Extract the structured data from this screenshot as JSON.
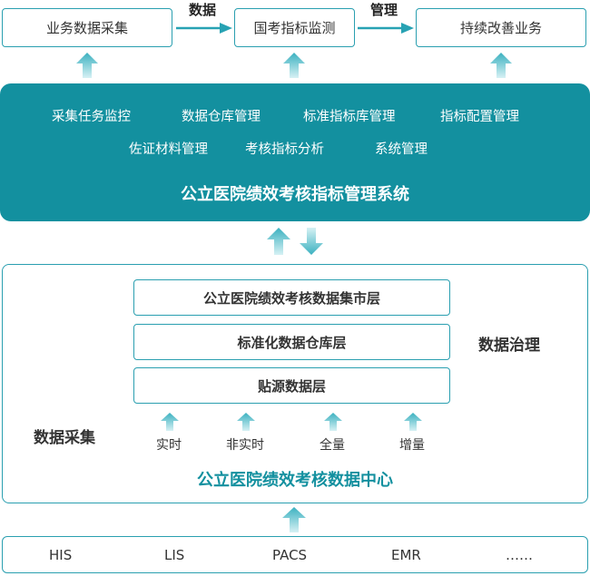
{
  "top_flow": {
    "boxes": [
      "业务数据采集",
      "国考指标监测",
      "持续改善业务"
    ],
    "arrow_labels": [
      "数据",
      "管理"
    ]
  },
  "management_system": {
    "modules_row1": [
      "采集任务监控",
      "数据仓库管理",
      "标准指标库管理",
      "指标配置管理"
    ],
    "modules_row2": [
      "佐证材料管理",
      "考核指标分析",
      "系统管理"
    ],
    "title": "公立医院绩效考核指标管理系统"
  },
  "data_center": {
    "layers": [
      "公立医院绩效考核数据集市层",
      "标准化数据仓库层",
      "贴源数据层"
    ],
    "governance_label": "数据治理",
    "collection_label": "数据采集",
    "collection_modes": [
      "实时",
      "非实时",
      "全量",
      "增量"
    ],
    "title": "公立医院绩效考核数据中心"
  },
  "sources": [
    "HIS",
    "LIS",
    "PACS",
    "EMR",
    "……"
  ],
  "colors": {
    "accent": "#13909f",
    "border": "#2a9fb0",
    "arrow_light": "#c2e9ee",
    "arrow_dark": "#27a2b3"
  }
}
